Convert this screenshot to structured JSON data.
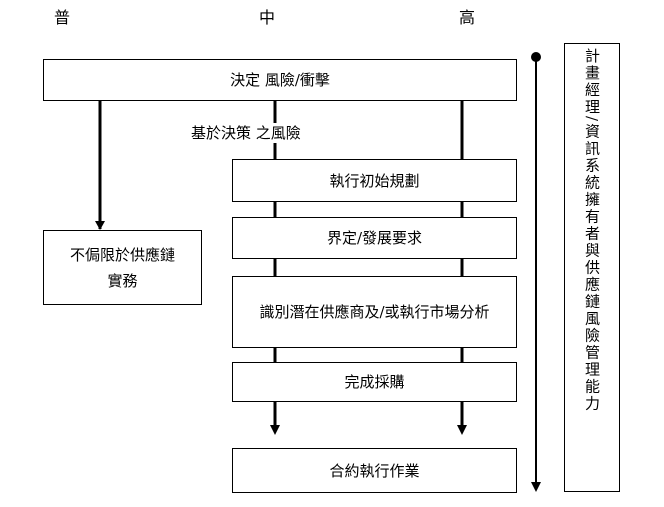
{
  "levels": {
    "low": "普",
    "medium": "中",
    "high": "高"
  },
  "boxes": {
    "decide_risk": "決定 風險/衝擊",
    "initial_planning": "執行初始規劃",
    "define_requirements": "界定/發展要求",
    "identify_suppliers": "識別潛在供應商及/或執行市場分析",
    "complete_procurement": "完成採購",
    "contract_execution": "合約執行作業",
    "not_limited": "不侷限於供應鏈實務"
  },
  "labels": {
    "decision_based_risk": "基於決策 之風險"
  },
  "side_panel": {
    "text": "計畫經理/資訊系統擁有者與供應鏈風險管理能力"
  }
}
